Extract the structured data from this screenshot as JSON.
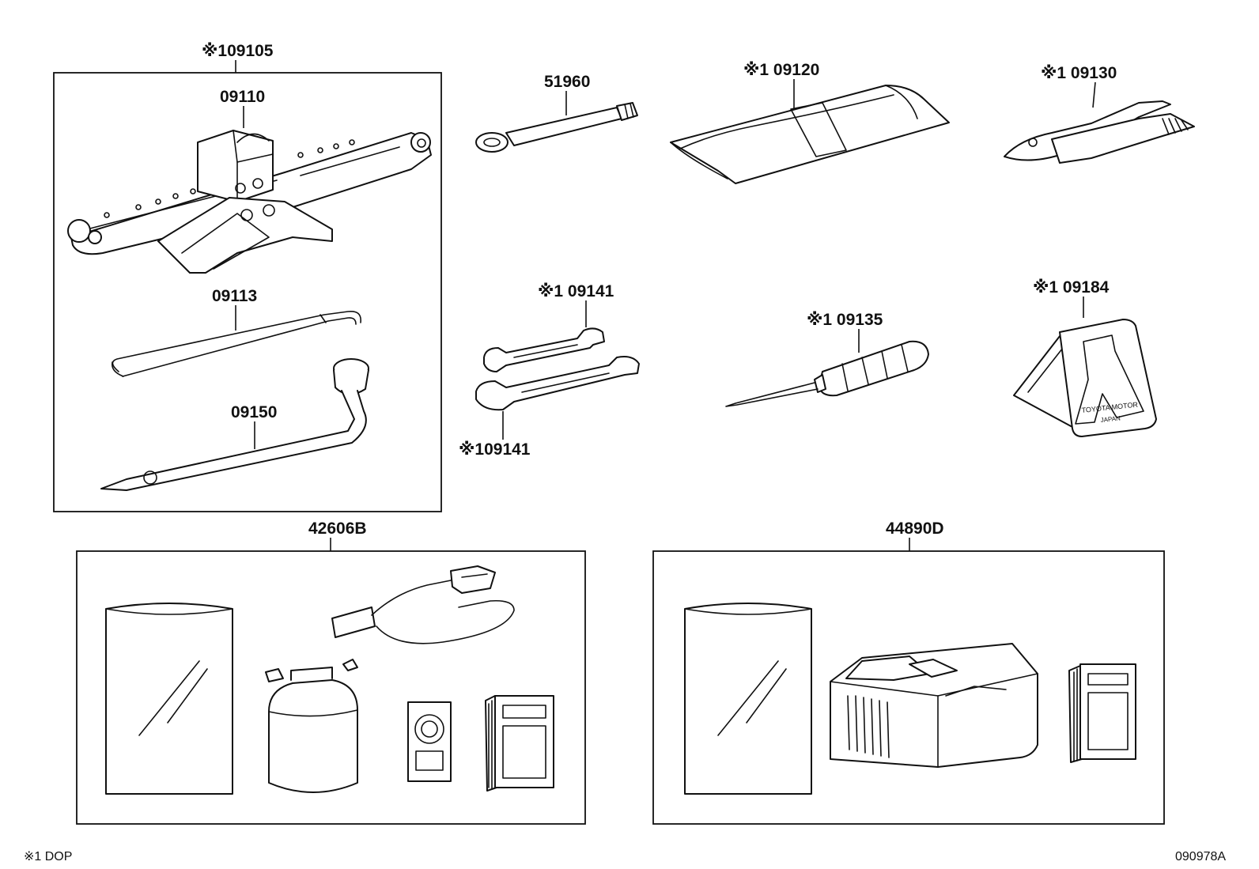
{
  "labels": {
    "jack_set": "※109105",
    "jack": "09110",
    "jack_handle": "09113",
    "wheel_wrench": "09150",
    "tow_hook": "51960",
    "tool_bag": "※1 09120",
    "pliers": "※1 09130",
    "wrench_upper": "※1 09141",
    "wrench_lower": "※109141",
    "screwdriver": "※1 09135",
    "wheel_chock": "※1 09184",
    "repair_kit": "42606B",
    "compressor_kit": "44890D"
  },
  "chock_text": {
    "line1": "TOYOTA MOTOR",
    "line2": "JAPAN"
  },
  "footer": {
    "note": "※1 DOP",
    "code": "090978A"
  }
}
